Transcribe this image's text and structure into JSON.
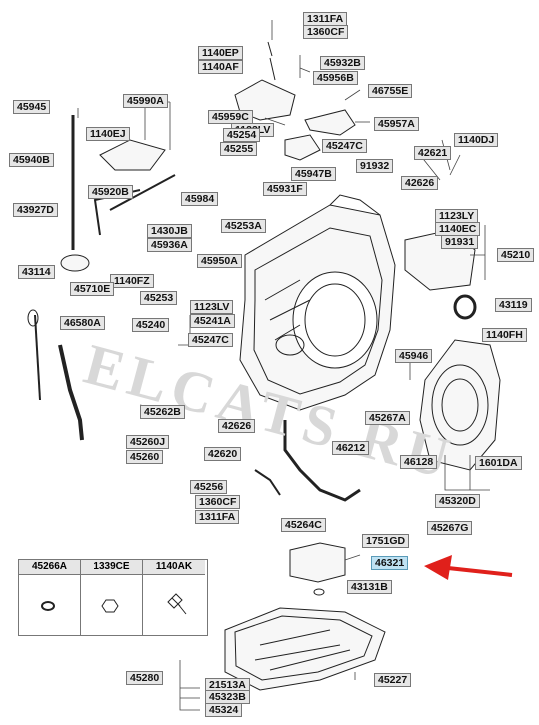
{
  "watermark": "ELCATS.RU",
  "highlight_color": "#bfe2f3",
  "arrow_color": "#e0201b",
  "legend": [
    {
      "code": "45266A"
    },
    {
      "code": "1339CE"
    },
    {
      "code": "1140AK"
    }
  ],
  "labels": {
    "l1311FA_top": "1311FA",
    "l1360CF_top": "1360CF",
    "l1140EP": "1140EP",
    "l45932B": "45932B",
    "l1140AF": "1140AF",
    "l45956B": "45956B",
    "l46755E": "46755E",
    "l45945": "45945",
    "l45990A": "45990A",
    "l45959C": "45959C",
    "l1123LV_a": "1123LV",
    "l45957A": "45957A",
    "l1140EJ": "1140EJ",
    "l45254": "45254",
    "l45247C_a": "45247C",
    "l1140DJ": "1140DJ",
    "l45940B": "45940B",
    "l45255": "45255",
    "l42621": "42621",
    "l91932": "91932",
    "l45947B": "45947B",
    "l42626_a": "42626",
    "l45920B": "45920B",
    "l45931F": "45931F",
    "l45984": "45984",
    "l43927D": "43927D",
    "l1123LY": "1123LY",
    "l1430JB": "1430JB",
    "l45253A": "45253A",
    "l1140EC": "1140EC",
    "l45936A": "45936A",
    "l91931": "91931",
    "l45210": "45210",
    "l43114": "43114",
    "l1140FZ": "1140FZ",
    "l45950A": "45950A",
    "l45710E": "45710E",
    "l45253": "45253",
    "l43119": "43119",
    "l1123LV_b": "1123LV",
    "l46580A": "46580A",
    "l45240": "45240",
    "l45241A": "45241A",
    "l1140FH": "1140FH",
    "l45247C_b": "45247C",
    "l45946": "45946",
    "l45262B": "45262B",
    "l45267A": "45267A",
    "l42626_b": "42626",
    "l45260J": "45260J",
    "l46212": "46212",
    "l46128": "46128",
    "l1601DA": "1601DA",
    "l45260": "45260",
    "l42620": "42620",
    "l45256": "45256",
    "l1360CF_b": "1360CF",
    "l45320D": "45320D",
    "l1311FA_b": "1311FA",
    "l45264C": "45264C",
    "l45267G": "45267G",
    "l1751GD": "1751GD",
    "l46321": "46321",
    "l43131B": "43131B",
    "l45280": "45280",
    "l21513A": "21513A",
    "l45227": "45227",
    "l45323B": "45323B",
    "l45324": "45324"
  }
}
